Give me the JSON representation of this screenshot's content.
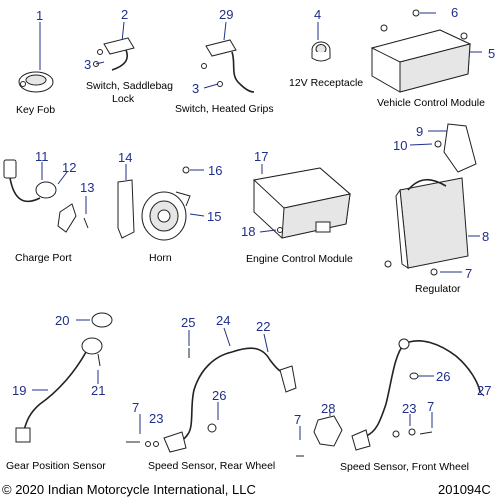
{
  "colors": {
    "callout": "#1f2f8a",
    "text": "#000000",
    "line": "#222222"
  },
  "callouts": {
    "n1": "1",
    "n2": "2",
    "n3a": "3",
    "n3b": "3",
    "n4": "4",
    "n5": "5",
    "n6": "6",
    "n7a": "7",
    "n7b": "7",
    "n7c": "7",
    "n7d": "7",
    "n8": "8",
    "n9": "9",
    "n10": "10",
    "n11": "11",
    "n12": "12",
    "n13": "13",
    "n14": "14",
    "n15": "15",
    "n16": "16",
    "n17": "17",
    "n18": "18",
    "n19": "19",
    "n20": "20",
    "n21": "21",
    "n22": "22",
    "n23a": "23",
    "n23b": "23",
    "n24": "24",
    "n25": "25",
    "n26a": "26",
    "n26b": "26",
    "n27": "27",
    "n28": "28",
    "n29": "29"
  },
  "labels": {
    "key_fob": "Key Fob",
    "saddlebag_lock_line1": "Switch, Saddlebag",
    "saddlebag_lock_line2": "Lock",
    "heated_grips": "Switch, Heated Grips",
    "receptacle": "12V Receptacle",
    "vcm": "Vehicle Control Module",
    "charge_port": "Charge Port",
    "horn": "Horn",
    "ecm": "Engine Control Module",
    "regulator": "Regulator",
    "gear_sensor": "Gear Position Sensor",
    "speed_rear": "Speed Sensor, Rear Wheel",
    "speed_front": "Speed Sensor, Front Wheel"
  },
  "footer": {
    "copyright": "© 2020 Indian Motorcycle International, LLC",
    "diagram_id": "201094C"
  }
}
